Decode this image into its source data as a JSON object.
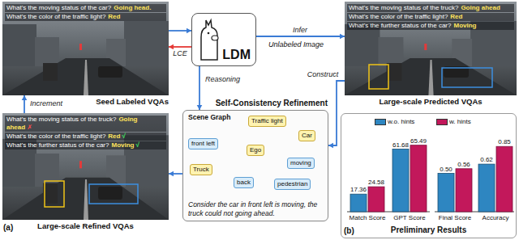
{
  "diagram": {
    "nodes": [
      {
        "text": [
          "Seed Labeled VQAs",
          "What's the moving status of the car?",
          "Going head.",
          "What's the color of the traffic light?",
          "Red"
        ]
      },
      {
        "text": [
          "LDM"
        ]
      },
      {
        "text": [
          "Large-scale Predicted VQAs",
          "What's the moving status of the truck?",
          "Going ahead",
          "What's the color of the traffic light?",
          "Red",
          "What's the further status of the car?",
          "Moving"
        ]
      },
      {
        "text": [
          "Self-Consistency Refinement",
          "Scene Graph",
          "Consider the car in front left is moving, the truck could not going ahead."
        ]
      },
      {
        "text": [
          "Traffic light"
        ],
        "in": 3
      },
      {
        "text": [
          "Car"
        ],
        "in": 3
      },
      {
        "text": [
          "front left"
        ],
        "in": 3
      },
      {
        "text": [
          "Ego"
        ],
        "in": 3
      },
      {
        "text": [
          "moving"
        ],
        "in": 3
      },
      {
        "text": [
          "Truck"
        ],
        "in": 3
      },
      {
        "text": [
          "back"
        ],
        "in": 3
      },
      {
        "text": [
          "pedestrian"
        ],
        "in": 3
      },
      {
        "text": [
          "Large-scale Refined VQAs",
          "What's the moving status of the truck?",
          "Going ahead",
          "✗",
          "What's the color of the traffic light?",
          "Red",
          "√",
          "What's the further status of the car?",
          "Moving",
          "√"
        ]
      },
      {
        "text": [
          "Preliminary Results"
        ]
      }
    ],
    "edges": [
      {
        "from": 0,
        "to": 1,
        "arrow": "to"
      },
      {
        "from": 1,
        "to": 0,
        "label": "LCE",
        "arrow": "to"
      },
      {
        "from": 1,
        "to": 2,
        "label": "Infer",
        "arrow": "to"
      },
      {
        "from": 1,
        "to": 3,
        "label": "Reasoning",
        "arrow": "to"
      },
      {
        "from": 2,
        "to": 3,
        "label": "Construct",
        "arrow": "to"
      },
      {
        "from": 3,
        "to": 12,
        "arrow": "to"
      },
      {
        "from": 12,
        "to": 0,
        "label": "Increment",
        "arrow": "to"
      },
      {
        "from": 7,
        "to": 4,
        "arrow": "to"
      },
      {
        "from": 7,
        "to": 5,
        "arrow": "to"
      },
      {
        "from": 7,
        "to": 6,
        "arrow": "to"
      },
      {
        "from": 5,
        "to": 8,
        "arrow": "to"
      },
      {
        "from": 7,
        "to": 9,
        "arrow": "to"
      },
      {
        "from": 9,
        "to": 10,
        "arrow": "to"
      },
      {
        "from": 7,
        "to": 11,
        "arrow": "to"
      }
    ],
    "labels": [
      "Unlabeled Image",
      "(a)",
      "(b)",
      "17.36",
      "24.58",
      "61.68",
      "65.49",
      "0.50",
      "0.56",
      "0.62",
      "0.85",
      "Match Score",
      "GPT Score",
      "Final Score",
      "Accuracy"
    ],
    "legend": [
      {
        "text": "w.o. hints",
        "color": "#2e86c1"
      },
      {
        "text": "w. hints",
        "color": "#c2185b"
      }
    ]
  }
}
